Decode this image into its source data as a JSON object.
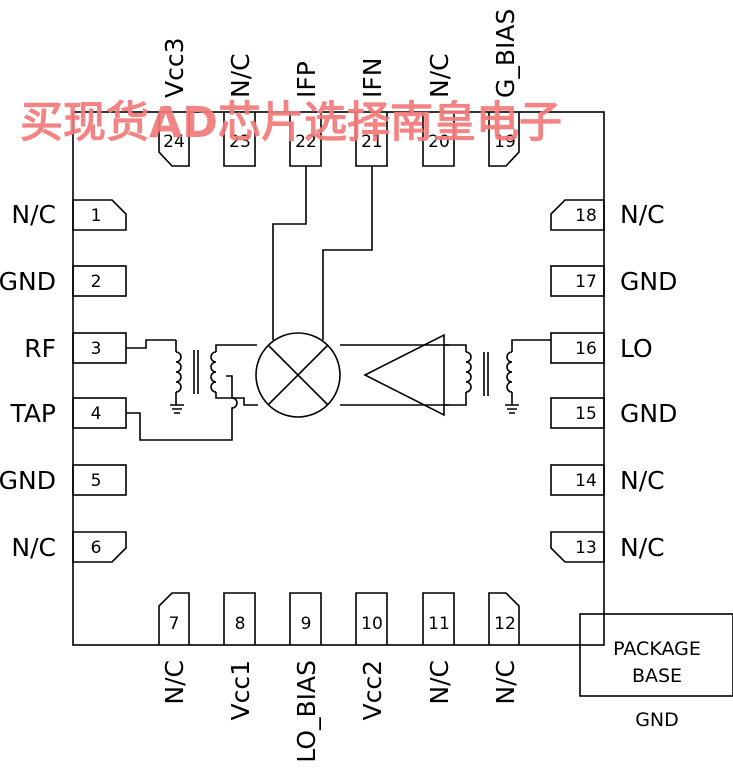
{
  "watermark": "买现货AD芯片选择南皇电子",
  "pins": {
    "p1": {
      "num": "1",
      "label": "N/C"
    },
    "p2": {
      "num": "2",
      "label": "GND"
    },
    "p3": {
      "num": "3",
      "label": "RF"
    },
    "p4": {
      "num": "4",
      "label": "TAP"
    },
    "p5": {
      "num": "5",
      "label": "GND"
    },
    "p6": {
      "num": "6",
      "label": "N/C"
    },
    "p7": {
      "num": "7",
      "label": "N/C"
    },
    "p8": {
      "num": "8",
      "label": "Vcc1"
    },
    "p9": {
      "num": "9",
      "label": "LO_BIAS"
    },
    "p10": {
      "num": "10",
      "label": "Vcc2"
    },
    "p11": {
      "num": "11",
      "label": "N/C"
    },
    "p12": {
      "num": "12",
      "label": "N/C"
    },
    "p13": {
      "num": "13",
      "label": "N/C"
    },
    "p14": {
      "num": "14",
      "label": "N/C"
    },
    "p15": {
      "num": "15",
      "label": "GND"
    },
    "p16": {
      "num": "16",
      "label": "LO"
    },
    "p17": {
      "num": "17",
      "label": "GND"
    },
    "p18": {
      "num": "18",
      "label": "N/C"
    },
    "p19": {
      "num": "19",
      "label": "G_BIAS"
    },
    "p20": {
      "num": "20",
      "label": "N/C"
    },
    "p21": {
      "num": "21",
      "label": "IFN"
    },
    "p22": {
      "num": "22",
      "label": "IFP"
    },
    "p23": {
      "num": "23",
      "label": "N/C"
    },
    "p24": {
      "num": "24",
      "label": "Vcc3"
    }
  },
  "package_base": {
    "line1": "PACKAGE",
    "line2": "BASE",
    "gnd": "GND"
  }
}
